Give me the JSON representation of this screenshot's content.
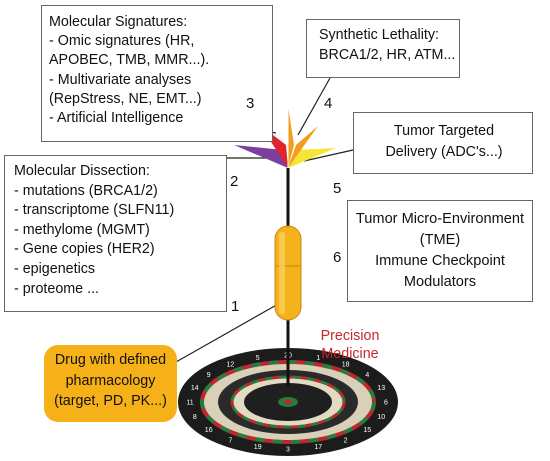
{
  "molecular_signatures": {
    "lines": [
      "Molecular Signatures:",
      "- Omic signatures (HR,",
      "APOBEC, TMB, MMR...).",
      "- Multivariate analyses",
      "(RepStress, NE, EMT...)",
      "- Artificial Intelligence"
    ]
  },
  "synthetic_lethality": {
    "lines": [
      "Synthetic Lethality:",
      "BRCA1/2, HR, ATM..."
    ]
  },
  "tumor_targeted_delivery": {
    "lines": [
      "Tumor Targeted",
      "Delivery (ADC's...)"
    ]
  },
  "molecular_dissection": {
    "lines": [
      "Molecular Dissection:",
      "- mutations (BRCA1/2)",
      "- transcriptome (SLFN11)",
      "- methylome (MGMT)",
      "- Gene copies (HER2)",
      "- epigenetics",
      "- proteome ..."
    ]
  },
  "tumor_microenvironment": {
    "lines": [
      "Tumor Micro-Environment",
      "(TME)",
      "Immune Checkpoint",
      "Modulators"
    ]
  },
  "drug": {
    "lines": [
      "Drug with defined",
      "pharmacology",
      "(target, PD, PK...)"
    ]
  },
  "precision_medicine": {
    "lines": [
      "Precision",
      "Medicine"
    ]
  },
  "numbers": {
    "n1": "1",
    "n2": "2",
    "n3": "3",
    "n4": "4",
    "n5": "5",
    "n6": "6"
  },
  "dartboard_numbers": [
    "20",
    "1",
    "18",
    "4",
    "13",
    "6",
    "10",
    "15",
    "2",
    "17",
    "3",
    "19",
    "7",
    "16",
    "8",
    "11",
    "14",
    "9",
    "12",
    "5"
  ],
  "colors": {
    "drug_box": "#f6b119",
    "precision_text": "#c8272c",
    "flight_purple": "#7b3fa0",
    "flight_red": "#e3232b",
    "flight_orange": "#f39c1d",
    "flight_yellow": "#f7e533",
    "barrel": "#f4b31a"
  }
}
